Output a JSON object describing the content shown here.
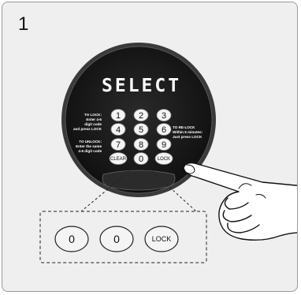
{
  "step_number": "1",
  "display": {
    "text": "SELECT"
  },
  "keypad": {
    "digits": [
      "1",
      "2",
      "3",
      "4",
      "5",
      "6",
      "7",
      "8",
      "9"
    ],
    "clear_label": "CLEAR",
    "zero_label": "0",
    "lock_label": "LOCK"
  },
  "instructions": {
    "to_lock": [
      "TO LOCK:",
      "Enter 4-6",
      "digit code",
      "and press LOCK"
    ],
    "to_unlock": [
      "TO UNLOCK:",
      "Enter the same",
      "4-6 digit code"
    ],
    "to_relock": [
      "TO RE-LOCK",
      "Within 5 minutes:",
      "Just press LOCK"
    ]
  },
  "sequence": {
    "keys": [
      "0",
      "0",
      "LOCK"
    ]
  },
  "colors": {
    "panel_background": "#efefef",
    "panel_border": "#9a9a9a",
    "dial_dark": "#1c1c1c",
    "key_fill": "#f4f4f4"
  }
}
